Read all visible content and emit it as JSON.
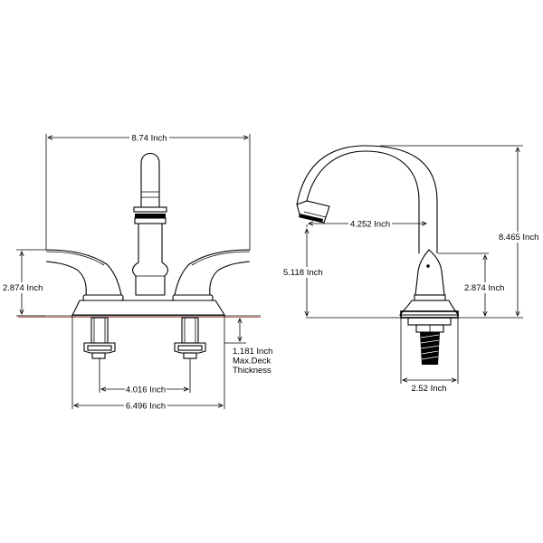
{
  "front_view": {
    "overall_width": "8.74 Inch",
    "handle_height": "2.874 Inch",
    "deck_thickness_value": "1.181 Inch",
    "deck_thickness_line1": "Max.Deck",
    "deck_thickness_line2": "Thickness",
    "hole_spacing": "4.016 Inch",
    "base_width": "6.496 Inch"
  },
  "side_view": {
    "spout_reach": "4.252 Inch",
    "total_height": "8.465 Inch",
    "spout_height": "5.118 Inch",
    "handle_height": "2.874 Inch",
    "base_depth": "2.52 Inch"
  },
  "colors": {
    "line": "#000000",
    "deck_line": "#c0392b"
  }
}
